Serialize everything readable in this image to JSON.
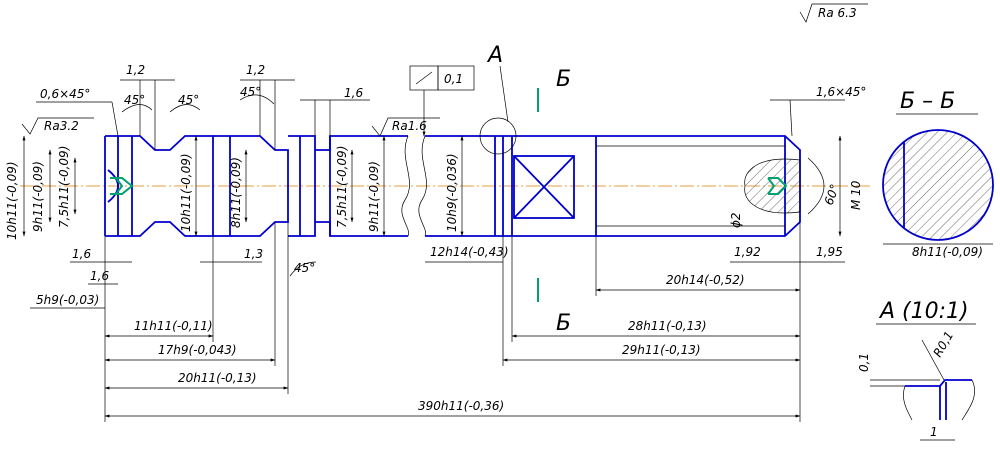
{
  "roughness": {
    "general": "Ra 6.3",
    "left": "Ra3.2",
    "mid": "Ra1.6"
  },
  "tolerance_frame": {
    "value": "0,1"
  },
  "views": {
    "detail_ref": "А",
    "section_ref_top": "Б",
    "section_ref_bottom": "Б",
    "section_title": "Б – Б",
    "detail_title": "А (10:1)"
  },
  "top_dims": {
    "chamfer_left": "0,6×45°",
    "width_1_2_a": "1,2",
    "angle_45_a": "45°",
    "angle_45_b": "45°",
    "width_1_2_b": "1,2",
    "angle_45_c": "45°",
    "width_1_6": "1,6",
    "chamfer_right": "1,6×45°"
  },
  "diameter_dims": {
    "d1": "10h11(-0,09)",
    "d2": "9h11(-0,09)",
    "d3": "7,5h11(-0,09)",
    "d4": "10h11(-0,09)",
    "d5": "8h11(-0,09)",
    "d6": "7,5h11(-0,09)",
    "d7": "9h11(-0,09)",
    "d8": "10h9(-0,036)",
    "thread": "М 10",
    "hole_d": "ϕ2",
    "angle_60": "60°",
    "section_d": "8h11(-0,09)"
  },
  "bottom_dims": {
    "w_1_6_a": "1,6",
    "w_1_6_b": "1,6",
    "w_1_3": "1,3",
    "angle_45_d": "45°",
    "l_12h14": "12h14(-0,43)",
    "l_1_92": "1,92",
    "l_1_95": "1,95",
    "l_20h14": "20h14(-0,52)",
    "l_5h9": "5h9(-0,03)",
    "l_11h11": "11h11(-0,11)",
    "l_28h11": "28h11(-0,13)",
    "l_17h9": "17h9(-0,043)",
    "l_29h11": "29h11(-0,13)",
    "l_20h11": "20h11(-0,13)",
    "l_390h11": "390h11(-0,36)"
  },
  "detail_dims": {
    "height": "0,1",
    "radius": "R0,1",
    "width": "1"
  }
}
